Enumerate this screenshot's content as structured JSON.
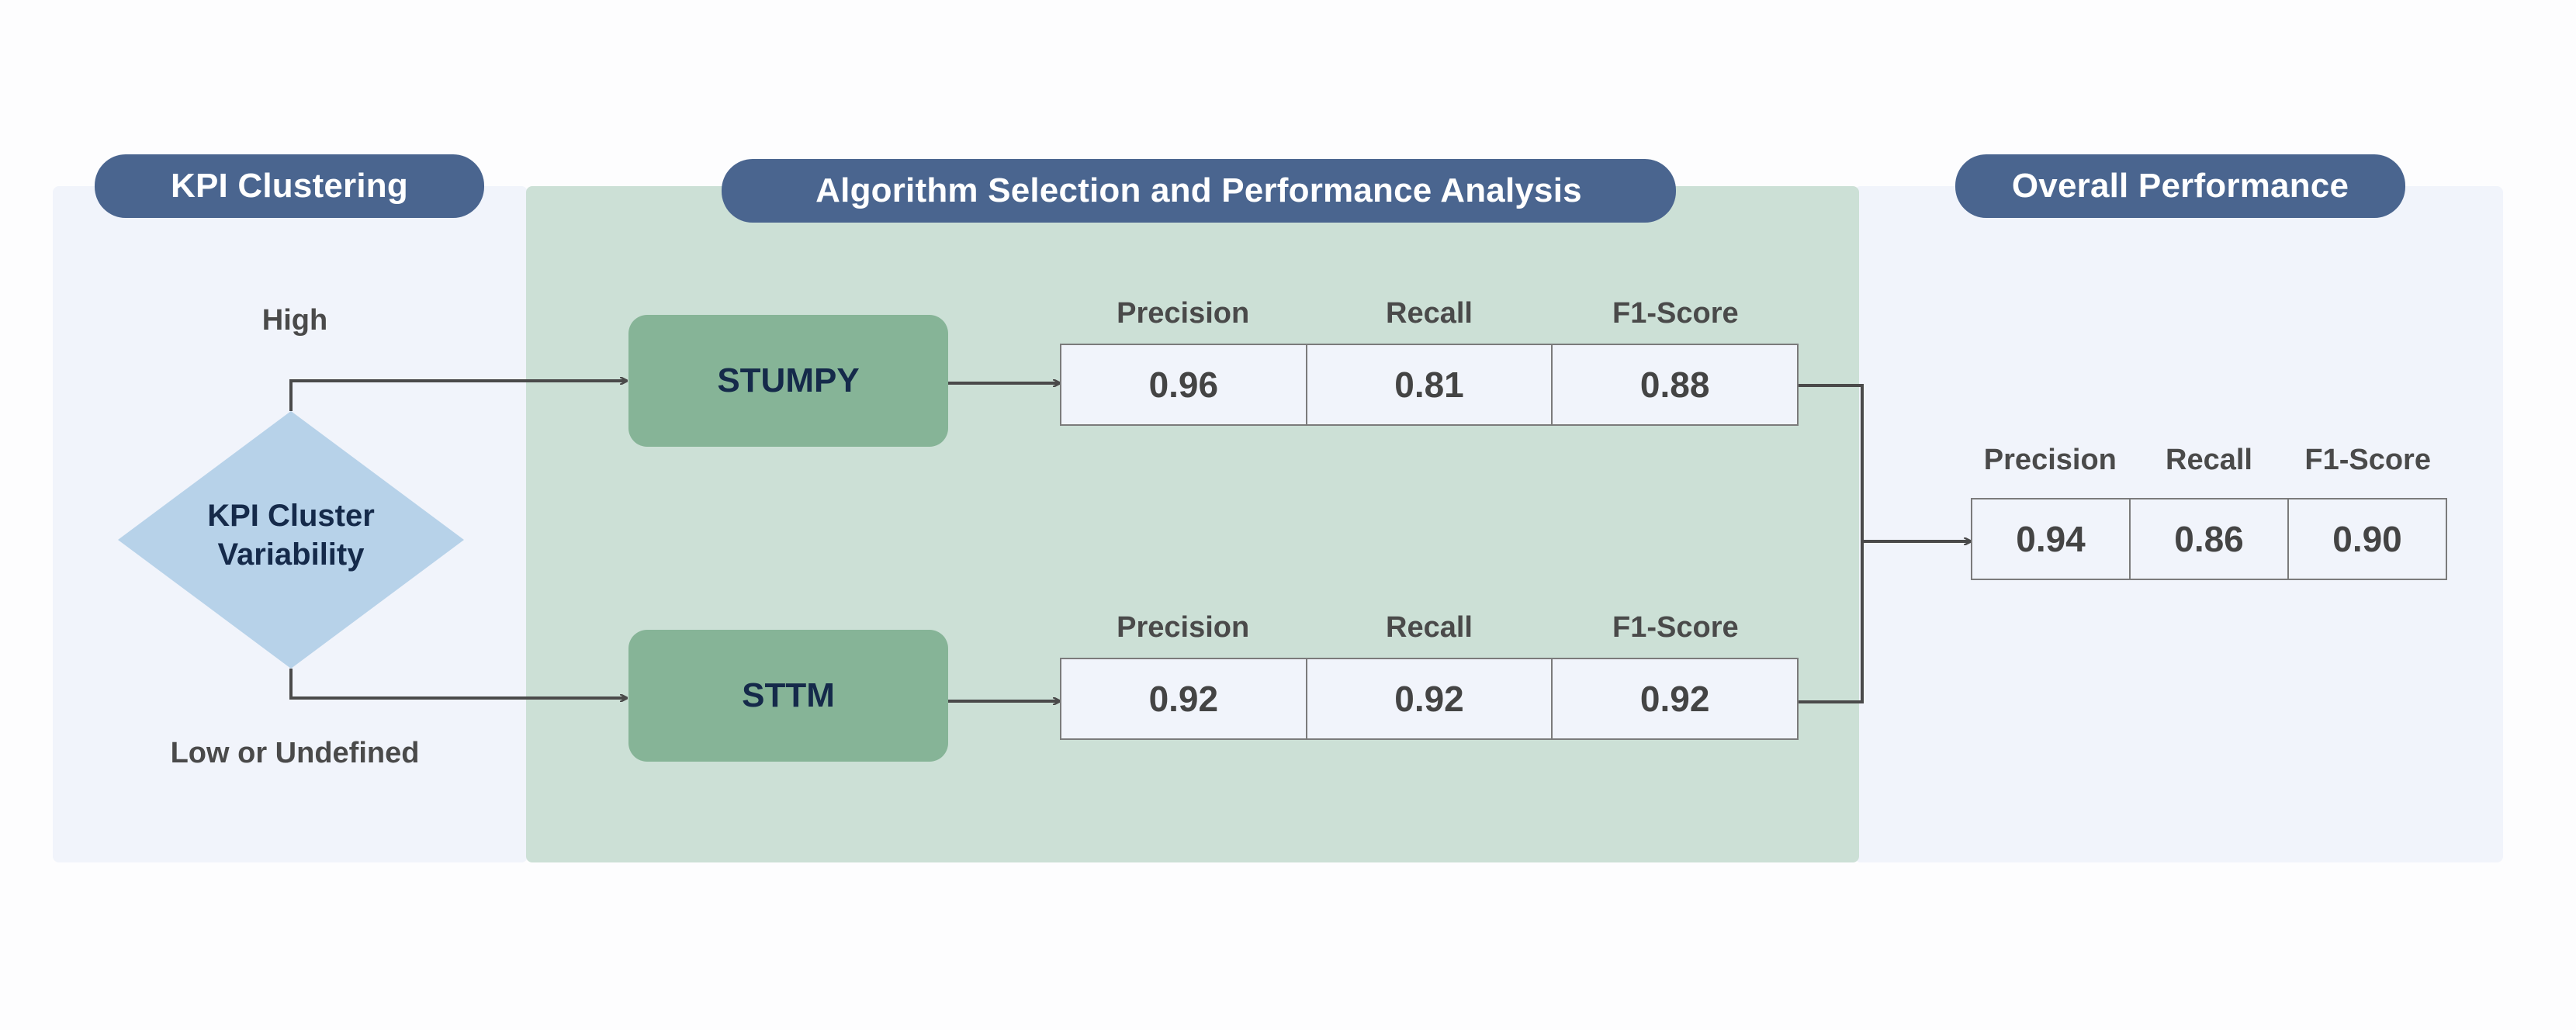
{
  "sections": {
    "clustering": "KPI Clustering",
    "selection": "Algorithm Selection and Performance Analysis",
    "overall": "Overall Performance"
  },
  "decision": {
    "line1": "KPI Cluster",
    "line2": "Variability",
    "branch_high": "High",
    "branch_low": "Low or Undefined"
  },
  "metric_headers": [
    "Precision",
    "Recall",
    "F1-Score"
  ],
  "algorithms": [
    {
      "name": "STUMPY",
      "precision": "0.96",
      "recall": "0.81",
      "f1": "0.88"
    },
    {
      "name": "STTM",
      "precision": "0.92",
      "recall": "0.92",
      "f1": "0.92"
    }
  ],
  "overall": {
    "precision": "0.94",
    "recall": "0.86",
    "f1": "0.90"
  },
  "colors": {
    "pill": "#4a658f",
    "panel": "#f1f4fb",
    "green_panel": "#cce0d6",
    "algo_box": "#86b497",
    "diamond": "#b7d2e9",
    "line": "#4a4a4a"
  }
}
